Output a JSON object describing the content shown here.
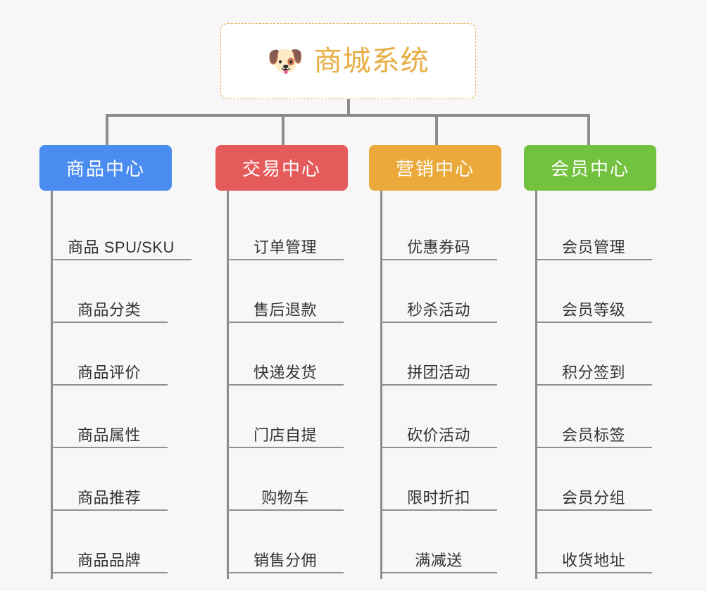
{
  "diagram": {
    "title": "商城系统",
    "root_icon": "dog-face-icon",
    "root_emoji": "🐶",
    "background_color": "#f7f7f7",
    "root_border_color": "#e8ab4d",
    "root_title_color": "#e8ae45",
    "connector_color": "#8c8c8c"
  },
  "categories": [
    {
      "label": "商品中心",
      "color": "#4a8cef",
      "items": [
        "商品 SPU/SKU",
        "商品分类",
        "商品评价",
        "商品属性",
        "商品推荐",
        "商品品牌"
      ]
    },
    {
      "label": "交易中心",
      "color": "#e55a5a",
      "items": [
        "订单管理",
        "售后退款",
        "快递发货",
        "门店自提",
        "购物车",
        "销售分佣"
      ]
    },
    {
      "label": "营销中心",
      "color": "#eaa93a",
      "items": [
        "优惠券码",
        "秒杀活动",
        "拼团活动",
        "砍价活动",
        "限时折扣",
        "满减送"
      ]
    },
    {
      "label": "会员中心",
      "color": "#73c23f",
      "items": [
        "会员管理",
        "会员等级",
        "积分签到",
        "会员标签",
        "会员分组",
        "收货地址"
      ]
    }
  ]
}
